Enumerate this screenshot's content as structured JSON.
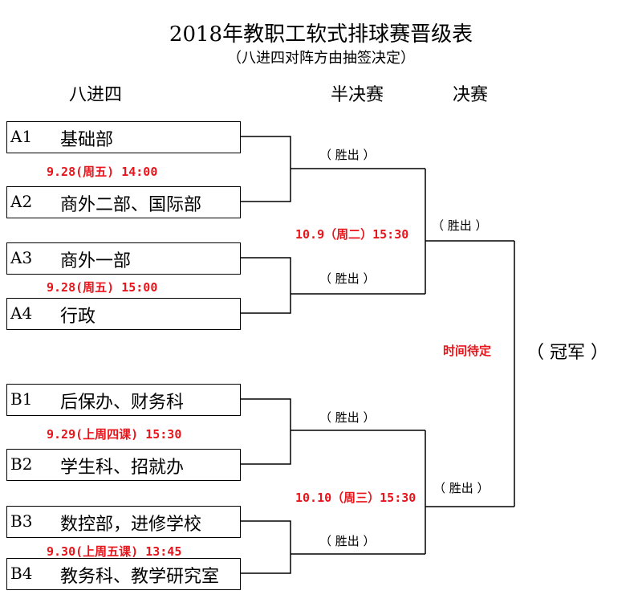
{
  "header": {
    "title": "2018年教职工软式排球赛晋级表",
    "subtitle": "（八进四对阵方由抽签决定）"
  },
  "rounds": {
    "quarterfinal": "八进四",
    "semifinal": "半决赛",
    "final": "决赛"
  },
  "teams": [
    {
      "code": "A1",
      "name": "基础部"
    },
    {
      "code": "A2",
      "name": "商外二部、国际部"
    },
    {
      "code": "A3",
      "name": "商外一部"
    },
    {
      "code": "A4",
      "name": "行政"
    },
    {
      "code": "B1",
      "name": "后保办、财务科"
    },
    {
      "code": "B2",
      "name": "学生科、招就办"
    },
    {
      "code": "B3",
      "name": "数控部，进修学校"
    },
    {
      "code": "B4",
      "name": "教务科、教学研究室"
    }
  ],
  "schedules": {
    "qf1": "9.28(周五) 14:00",
    "qf2": "9.28(周五) 15:00",
    "qf3": "9.29(上周四课) 15:30",
    "qf4": "9.30(上周五课) 13:45",
    "sf1": "10.9（周二）15:30",
    "sf2": "10.10（周三）15:30",
    "final": "时间待定"
  },
  "winners": {
    "qf1": "（ 胜出 ）",
    "qf2": "（  胜出  ）",
    "qf3": "（  胜出  ）",
    "qf4": "（  胜出  ）",
    "sf1": "（  胜出  ）",
    "sf2": "（   胜出  ）"
  },
  "champion": "（ 冠军 ）",
  "colors": {
    "schedule": "#e8151b",
    "line": "#000000"
  }
}
